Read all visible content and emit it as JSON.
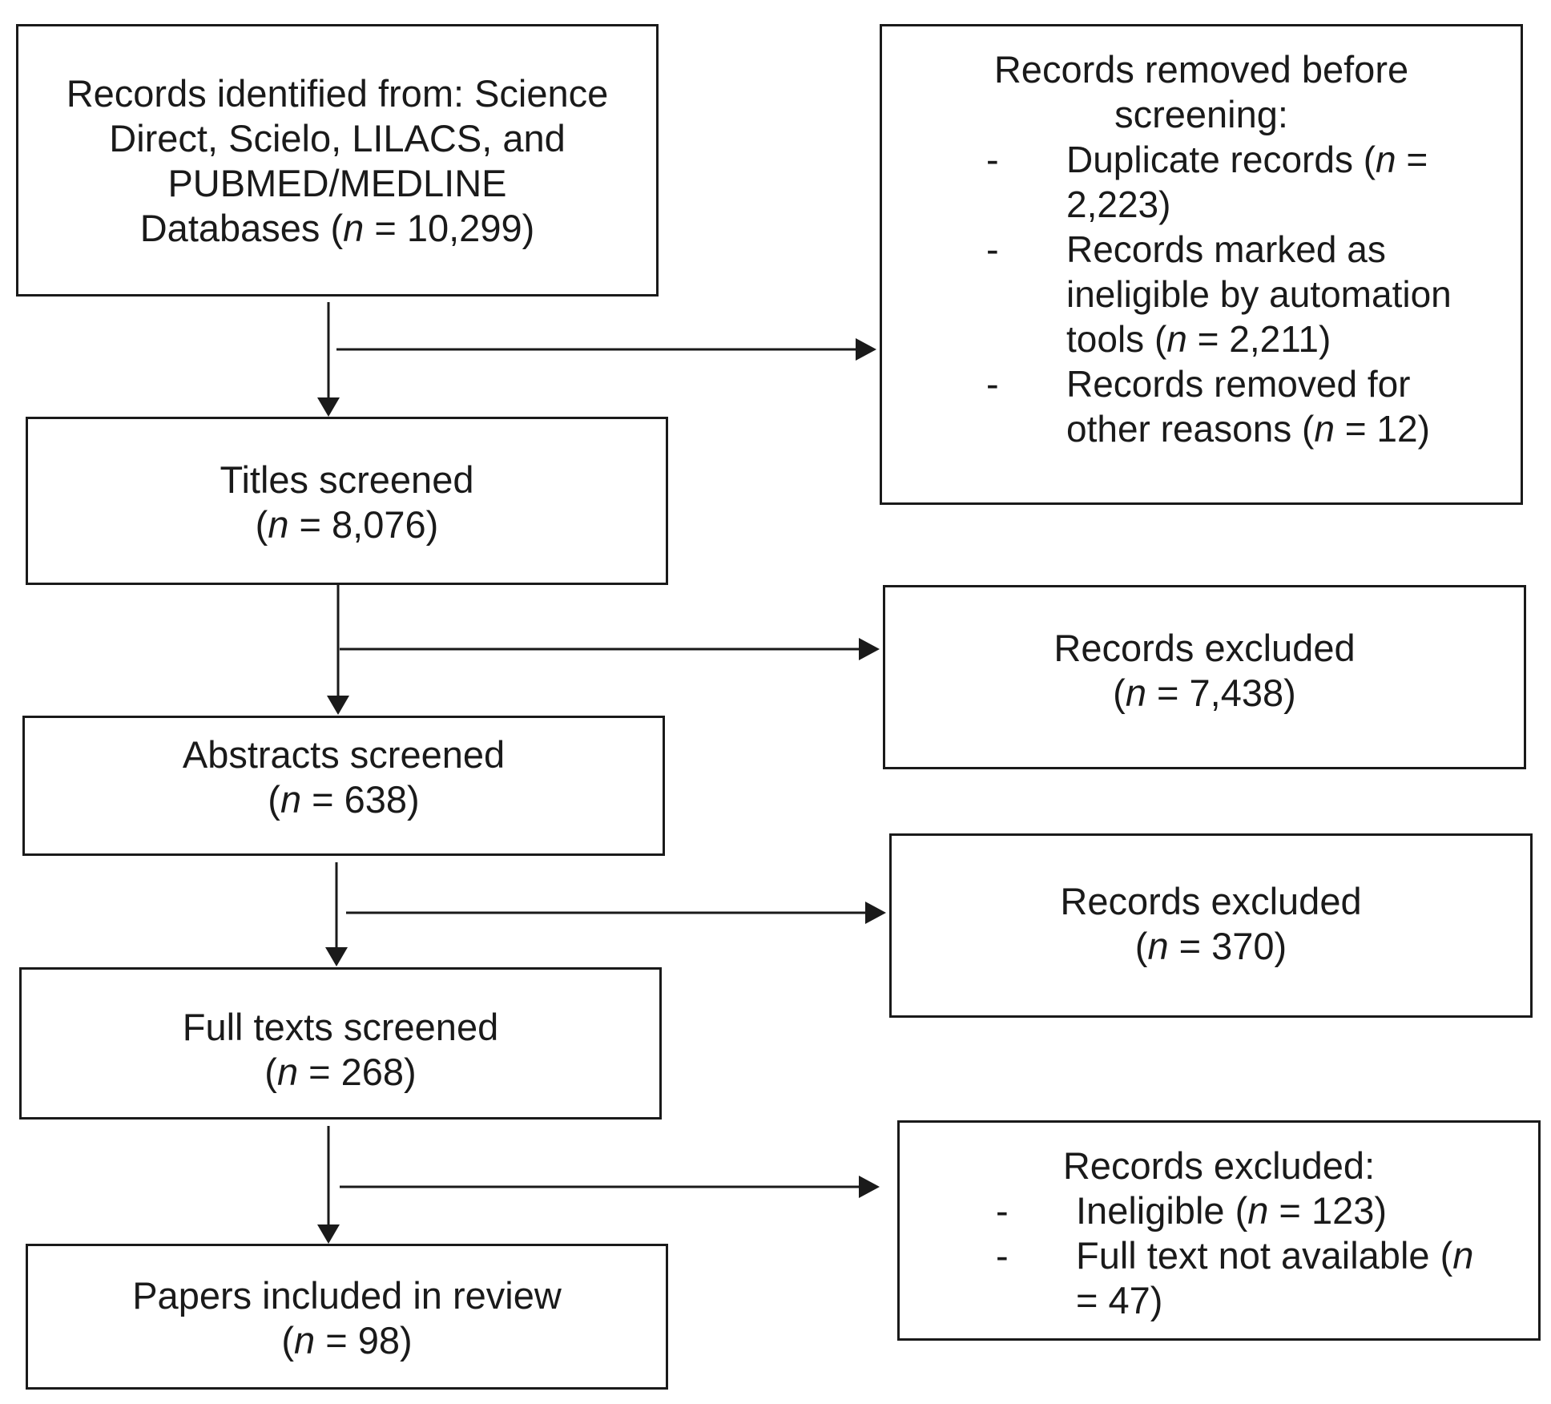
{
  "flow": {
    "identified": {
      "lines": [
        "Records identified from: Science",
        "Direct, Scielo, LILACS, and",
        "PUBMED/MEDLINE"
      ],
      "last_prefix": "Databases (",
      "n_label": "n",
      "last_suffix": " = 10,299)"
    },
    "titles": {
      "title": "Titles screened",
      "count_prefix": "(",
      "n_label": "n",
      "count_suffix": " = 8,076)"
    },
    "abstracts": {
      "title": "Abstracts screened",
      "count_prefix": "(",
      "n_label": "n",
      "count_suffix": " = 638)"
    },
    "fulltexts": {
      "title": "Full texts screened",
      "count_prefix": "(",
      "n_label": "n",
      "count_suffix": " = 268)"
    },
    "included": {
      "title": "Papers included in review",
      "count_prefix": "(",
      "n_label": "n",
      "count_suffix": " = 98)"
    }
  },
  "exclusions": {
    "removed_before_screening": {
      "heading_line1": "Records removed before",
      "heading_line2": "screening:",
      "items": [
        {
          "dash": "-",
          "line1_prefix": "Duplicate records (",
          "line1_n": "n",
          "line1_suffix": " =",
          "line2": "2,223)"
        },
        {
          "dash": "-",
          "line1": "Records marked as",
          "line2": "ineligible by automation",
          "line3_prefix": "tools (",
          "line3_n": "n",
          "line3_suffix": " = 2,211)"
        },
        {
          "dash": "-",
          "line1": "Records removed for",
          "line2_prefix": "other reasons (",
          "line2_n": "n",
          "line2_suffix": " = 12)"
        }
      ]
    },
    "excluded_titles": {
      "title": "Records excluded",
      "count_prefix": "(",
      "n_label": "n",
      "count_suffix": " = 7,438)"
    },
    "excluded_abstracts": {
      "title": "Records excluded",
      "count_prefix": "(",
      "n_label": "n",
      "count_suffix": " = 370)"
    },
    "excluded_fulltexts": {
      "heading": "Records excluded:",
      "items": [
        {
          "dash": "-",
          "prefix": "Ineligible (",
          "n": "n",
          "suffix": " = 123)"
        },
        {
          "dash": "-",
          "line1_prefix": "Full text not available (",
          "line1_n": "n",
          "line2": "= 47)"
        }
      ]
    }
  }
}
